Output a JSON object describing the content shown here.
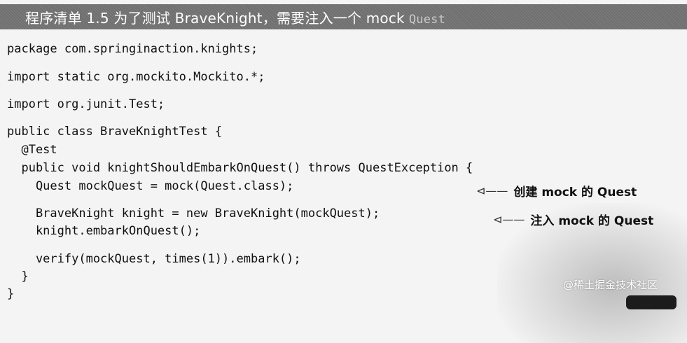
{
  "header": {
    "title": "程序清单 1.5   为了测试 BraveKnight，需要注入一个 mock",
    "title_faded": "Quest"
  },
  "code": {
    "lines": [
      "package com.springinaction.knights;",
      "import static org.mockito.Mockito.*;",
      "import org.junit.Test;",
      "public class BraveKnightTest {",
      "  @Test",
      "  public void knightShouldEmbarkOnQuest() throws QuestException {",
      "    Quest mockQuest = mock(Quest.class);",
      "    BraveKnight knight = new BraveKnight(mockQuest);",
      "    knight.embarkOnQuest();",
      "    verify(mockQuest, times(1)).embark();",
      "  }",
      "}"
    ]
  },
  "annotations": {
    "create_mock": {
      "arrow": "⊲——",
      "text": "创建 mock 的 Quest"
    },
    "inject_mock": {
      "arrow": "⊲——",
      "text": "注入 mock 的 Quest"
    }
  },
  "watermark": "@稀土掘金技术社区"
}
